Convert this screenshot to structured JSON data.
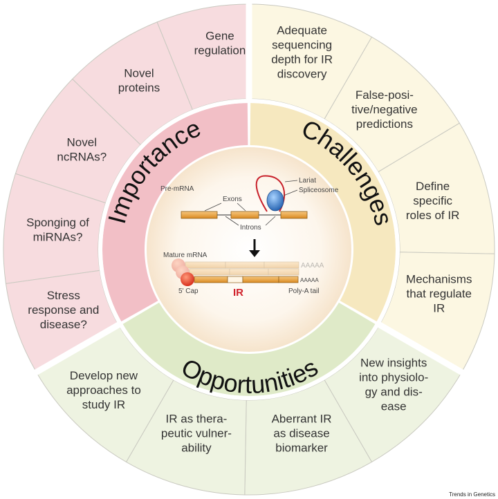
{
  "colors": {
    "importance": "#f7dcdf",
    "importance_ring": "#f2bfc6",
    "challenges": "#fcf7e2",
    "challenges_ring": "#f6e8bf",
    "opportunities": "#eef3e1",
    "opportunities_ring": "#dfeac8",
    "center": "#fbeedd",
    "exon": "#e8a240",
    "lariat": "#c8202a",
    "spliceosome": "#3a7fc8",
    "cap": "#e43a2a",
    "ir_label": "#d0202a"
  },
  "sections": {
    "importance": {
      "title": "Importance",
      "items": [
        {
          "lines": [
            "Gene",
            "regulation"
          ]
        },
        {
          "lines": [
            "Novel",
            "proteins"
          ]
        },
        {
          "lines": [
            "Novel",
            "ncRNAs?"
          ]
        },
        {
          "lines": [
            "Sponging of",
            "miRNAs?"
          ]
        },
        {
          "lines": [
            "Stress",
            "response and",
            "disease?"
          ]
        }
      ]
    },
    "challenges": {
      "title": "Challenges",
      "items": [
        {
          "lines": [
            "Adequate",
            "sequencing",
            "depth for IR",
            "discovery"
          ]
        },
        {
          "lines": [
            "False-posi-",
            "tive/negative",
            "predictions"
          ]
        },
        {
          "lines": [
            "Define",
            "specific",
            "roles of IR"
          ]
        },
        {
          "lines": [
            "Mechanisms",
            "that regulate",
            "IR"
          ]
        }
      ]
    },
    "opportunities": {
      "title": "Opportunities",
      "items": [
        {
          "lines": [
            "New insights",
            "into physiolo-",
            "gy and dis-",
            "ease"
          ]
        },
        {
          "lines": [
            "Aberrant IR",
            "as disease",
            "biomarker"
          ]
        },
        {
          "lines": [
            "IR as thera-",
            "peutic vulner-",
            "ability"
          ]
        },
        {
          "lines": [
            "Develop new",
            "approaches to",
            "study IR"
          ]
        }
      ]
    }
  },
  "center": {
    "pre_mrna": "Pre-mRNA",
    "exons": "Exons",
    "introns": "Introns",
    "lariat": "Lariat",
    "spliceosome": "Spliceosome",
    "mature_mrna": "Mature mRNA",
    "cap": "5' Cap",
    "ir": "IR",
    "polya_tail": "Poly-A tail",
    "polya_seq": "AAAAA"
  },
  "credit": "Trends in Genetics"
}
